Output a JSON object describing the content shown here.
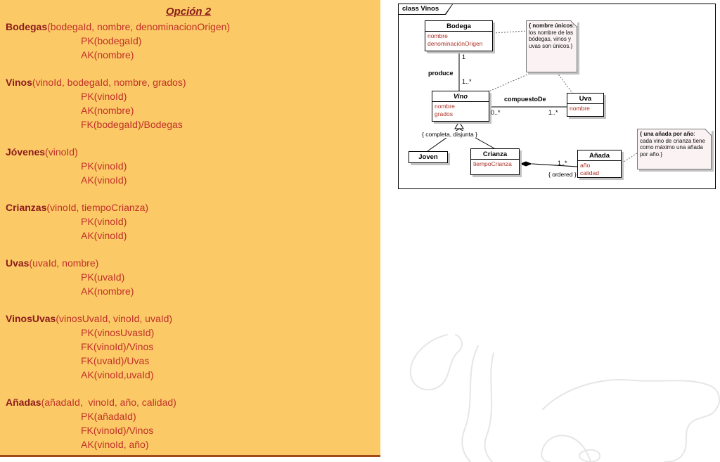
{
  "colors": {
    "panel_background": "#FCC967",
    "panel_bottom_border": "#A34A1B",
    "schema_name_text": "#8B1A1A",
    "schema_attr_text": "#C03028",
    "uml_attr_text": "#A93226",
    "note_background": "#FBF3F3"
  },
  "schema": {
    "title": "Opción 2",
    "entities": [
      {
        "name": "Bodegas",
        "attrs": "(bodegaId, nombre, denominacionOrigen)",
        "lines": [
          "PK(bodegaId)",
          "AK(nombre)"
        ]
      },
      {
        "name": "Vinos",
        "attrs": "(vinoId, bodegaId, nombre, grados)",
        "lines": [
          "PK(vinoId)",
          "AK(nombre)",
          "FK(bodegaId)/Bodegas"
        ]
      },
      {
        "name": "Jóvenes",
        "attrs": "(vinoId)",
        "lines": [
          "PK(vinoId)",
          "AK(vinoId)"
        ]
      },
      {
        "name": "Crianzas",
        "attrs": "(vinoId, tiempoCrianza)",
        "lines": [
          "PK(vinoId)",
          "AK(vinoId)"
        ]
      },
      {
        "name": "Uvas",
        "attrs": "(uvaId, nombre)",
        "lines": [
          "PK(uvaId)",
          "AK(nombre)"
        ]
      },
      {
        "name": "VinosUvas",
        "attrs": "(vinosUvaId, vinoId, uvaId)",
        "lines": [
          "PK(vinosUvasId)",
          "FK(vinoId)/Vinos",
          "FK(uvaId)/Uvas",
          "AK(vinoId,uvaId)"
        ]
      },
      {
        "name": "Añadas",
        "attrs": "(añadaId,  vinoId, año, calidad)",
        "lines": [
          "PK(añadaId)",
          "FK(vinoId)/Vinos",
          "AK(vinoId, año)"
        ]
      }
    ]
  },
  "diagram": {
    "frame_label": "class Vinos",
    "classes": {
      "bodega": {
        "name": "Bodega",
        "attrs": [
          "nombre",
          "denominaciónOrigen"
        ]
      },
      "vino": {
        "name": "Vino",
        "attrs": [
          "nombre",
          "grados"
        ]
      },
      "uva": {
        "name": "Uva",
        "attrs": [
          "nombre"
        ]
      },
      "joven": {
        "name": "Joven"
      },
      "crianza": {
        "name": "Crianza",
        "attrs": [
          "tiempoCrianza"
        ]
      },
      "anada": {
        "name": "Añada",
        "attrs": [
          "año",
          "calidad"
        ]
      }
    },
    "labels": {
      "produce": "produce",
      "compuesto_de": "compuestoDe",
      "completa_disjunta": "{ completa, disjunta }",
      "ordered": "{ ordered }",
      "mult_bodega": "1",
      "mult_vino_produce": "1..*",
      "mult_vino_compuesto": "0..*",
      "mult_uva_compuesto": "1..*",
      "mult_anada": "1..*"
    },
    "notes": {
      "nombres_unicos": {
        "bold": "{ nombre únicos",
        "rest": ": los nombre de las bódegas, vinos y uvas son únicos.}"
      },
      "una_anada": {
        "bold": "{ una añada por año",
        "rest": ": cada vino de crianza tiene como máximo una añada por año.}"
      }
    }
  }
}
